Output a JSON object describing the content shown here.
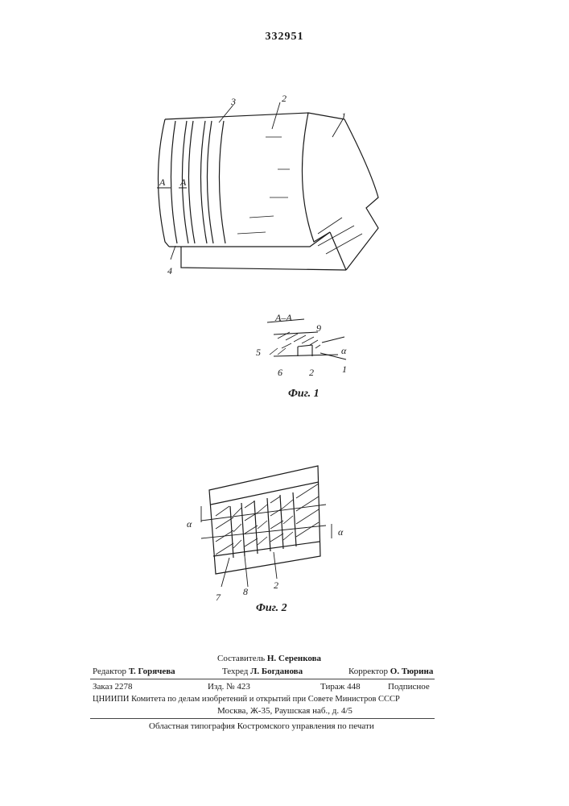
{
  "patent_number": "332951",
  "figure1": {
    "labels": {
      "l1": "1",
      "l2": "2",
      "l3": "3",
      "l4": "4",
      "lA1": "A",
      "lA2": "A"
    },
    "section_title": "A–A",
    "section_labels": {
      "l9": "9",
      "l5": "5",
      "l6": "6",
      "l2": "2",
      "alpha": "α",
      "l1": "1"
    },
    "caption": "Фиг. 1"
  },
  "figure2": {
    "labels": {
      "alpha_left": "α",
      "alpha_right": "α",
      "l7": "7",
      "l8": "8",
      "l2": "2"
    },
    "caption": "Фиг. 2"
  },
  "imprint": {
    "compiler": {
      "role": "Составитель",
      "name": "Н. Серенкова"
    },
    "editor": {
      "role": "Редактор",
      "name": "Т. Горячева"
    },
    "techred": {
      "role": "Техред",
      "name": "Л. Богданова"
    },
    "corrector": {
      "role": "Корректор",
      "name": "О. Тюрина"
    },
    "order": "Заказ 2278",
    "edition": "Изд. № 423",
    "circulation": "Тираж 448",
    "subscription": "Подписное",
    "institute": "ЦНИИПИ Комитета по делам изобретений и открытий при Совете Министров СССР",
    "address": "Москва, Ж-35, Раушская наб., д. 4/5",
    "printer": "Областная типография Костромского управления по печати"
  }
}
